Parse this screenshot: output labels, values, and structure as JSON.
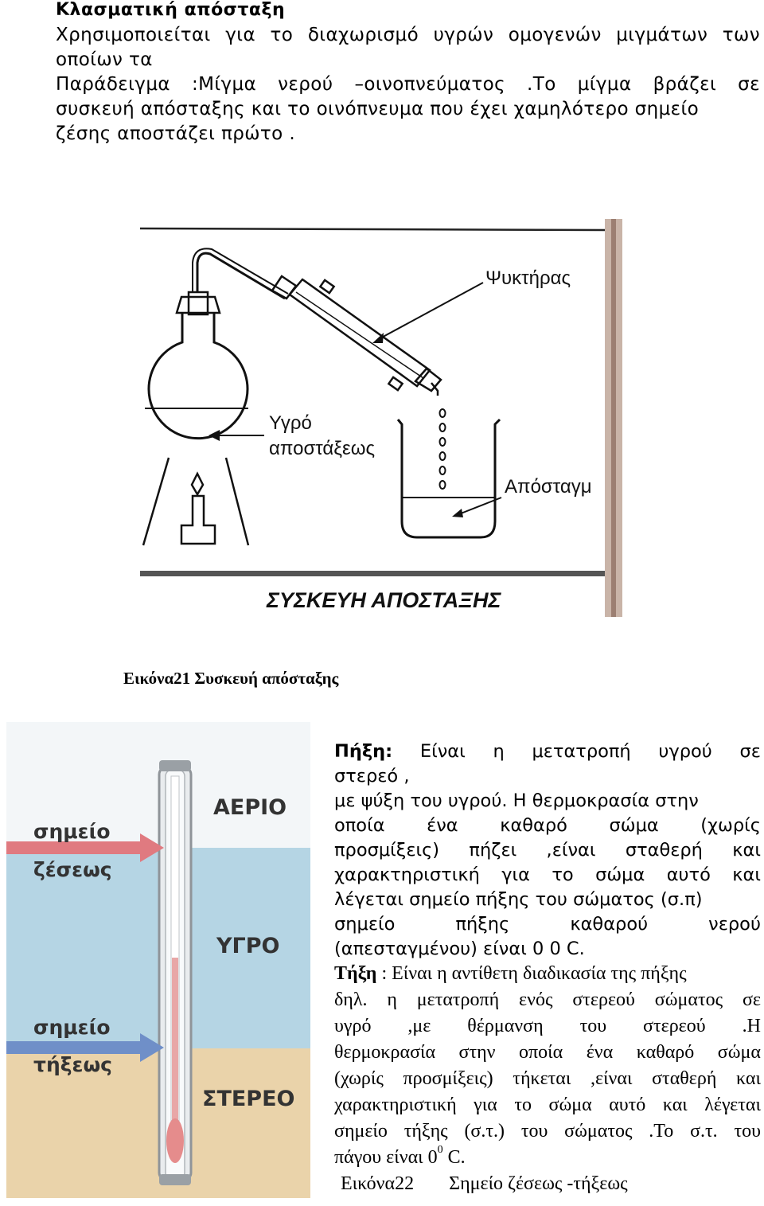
{
  "heading": "Κλασματική απόσταξη",
  "intro": {
    "line1_words": [
      "Χρησιμοποιείται",
      "για",
      "το",
      "διαχωρισμό",
      "υγρών",
      "ομογενών",
      "μιγμάτων",
      "των"
    ],
    "line2": "οποίων τα",
    "line3_words": [
      "Παράδειγμα",
      ":Μίγμα",
      "νερού",
      "–οινοπνεύματος",
      ".Το",
      "μίγμα",
      "βράζει",
      "σε"
    ],
    "line4": "συσκευή απόσταξης και το οινόπνευμα που  έχει χαμηλότερο σημείο",
    "line5": "ζέσης αποστάζει πρώτο ."
  },
  "figure1": {
    "label_condenser": "Ψυκτήρας",
    "label_liquid_1": "Υγρό",
    "label_liquid_2": "αποστάξεως",
    "label_distillate": "Απόσταγμ",
    "title": "ΣΥΣΚΕΥΗ ΑΠΟΣΤΑΞΗΣ"
  },
  "caption1": "Εικόνα21 Συσκευή απόσταξης",
  "figure2": {
    "gas": "ΑΕΡΙΟ",
    "liquid": "ΥΓΡΟ",
    "solid": "ΣΤΕΡΕΟ",
    "boiling_1": "σημείο",
    "boiling_2": "ζέσεως",
    "melting_1": "σημείο",
    "melting_2": "τήξεως"
  },
  "freezing": {
    "term": "Πήξη:",
    "line1_rest": [
      "Είναι",
      "η",
      "μετατροπή",
      "υγρού",
      "σε"
    ],
    "line2": "στερεό ,",
    "line3": "με ψύξη του υγρού. Η θερμοκρασία στην",
    "line4": [
      "οποία",
      "ένα",
      "καθαρό",
      "σώμα",
      "(χωρίς"
    ],
    "line5": [
      "προσμίξεις)",
      "πήζει",
      ",είναι",
      "σταθερή",
      "και"
    ],
    "line6": [
      "χαρακτηριστική",
      "για",
      "το",
      "σώμα",
      "αυτό",
      "και"
    ],
    "line7": "λέγεται  σημείο πήξης του σώματος (σ.π)",
    "line8": [
      "σημείο",
      "πήξης",
      "καθαρού",
      "νερού"
    ],
    "line9": "(απεσταγμένου) είναι 0 0 C."
  },
  "melting": {
    "term": "Τήξη",
    "line1_rest": ": Είναι η αντίθετη διαδικασία της πήξης",
    "line2": [
      "δηλ.",
      "η",
      "μετατροπή",
      "ενός",
      "στερεού",
      "σώματος",
      "σε"
    ],
    "line3": [
      "υγρό",
      ",με",
      "θέρμανση",
      "του",
      "στερεού",
      ".Η"
    ],
    "line4": [
      "θερμοκρασία",
      "στην",
      "οποία",
      "ένα",
      "καθαρό",
      "σώμα"
    ],
    "line5": [
      "(χωρίς",
      "προσμίξεις)",
      "τήκεται",
      ",είναι",
      "σταθερή",
      "και"
    ],
    "line6": [
      "χαρακτηριστική",
      "για",
      "το",
      "σώμα",
      "αυτό",
      "και",
      "λέγεται"
    ],
    "line7": [
      "σημείο",
      "τήξης",
      "(σ.τ.)",
      "του",
      " σώματος",
      ".Το",
      "σ.τ.",
      "του"
    ],
    "line8_a": "πάγου είναι 0",
    "line8_sup": "0",
    "line8_b": " C."
  },
  "caption2": {
    "label": "Εικόνα22",
    "text": "Σημείο ζέσεως -τήξεως"
  }
}
